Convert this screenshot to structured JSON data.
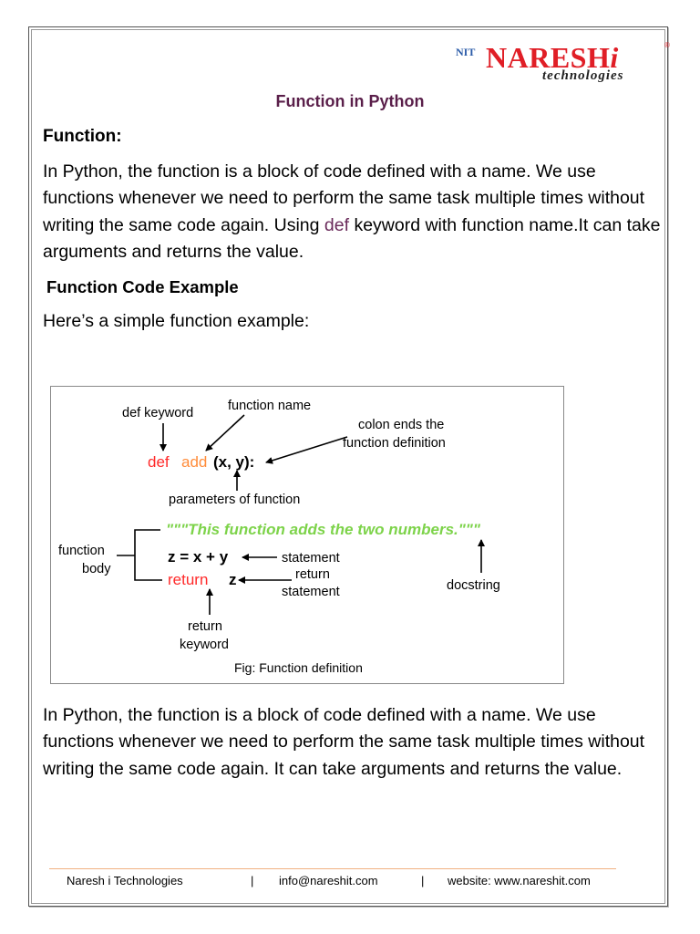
{
  "logo": {
    "mark": "NIT",
    "brand": "NARESH",
    "brand_i": "i",
    "reg": "®",
    "tagline": "technologies"
  },
  "title": "Function in Python",
  "heading_function": "Function:",
  "para1": {
    "before": "In Python, the function is a block of code defined with a name. We use functions whenever we need to perform the same task multiple times without writing the same code again. Using ",
    "keyword": "def",
    "after": " keyword with function name.It can take arguments and returns the value."
  },
  "heading_example": "Function Code Example",
  "intro": "Here’s a simple function example:",
  "figure": {
    "label_def_keyword": "def keyword",
    "label_function_name": "function name",
    "label_colon_1": "colon ends the",
    "label_colon_2": "function definition",
    "code_def": "def",
    "code_add": "add",
    "code_params": "(x, y):",
    "label_parameters": "parameters of function",
    "docstring_code": "\"\"\"This function adds the two numbers.\"\"\"",
    "label_body_1": "function",
    "label_body_2": "body",
    "code_stmt": "z = x + y",
    "label_statement": "statement",
    "label_return_stmt_1": "return",
    "label_return_stmt_2": "statement",
    "code_return": "return",
    "code_return_var": "z",
    "label_docstring": "docstring",
    "label_return_kw_1": "return",
    "label_return_kw_2": "keyword",
    "caption": "Fig: Function definition"
  },
  "para2": "In Python, the function is a block of code defined with a name. We use functions whenever we need to perform the same task multiple times without writing the same code again. It can take arguments and returns the value.",
  "footer": {
    "company": "Naresh i Technologies",
    "sep": "|",
    "email": "info@nareshit.com",
    "website": "website: www.nareshit.com"
  },
  "colors": {
    "title": "#5a1f4a",
    "brand_red": "#e01e26",
    "code_red": "#ff2a2a",
    "code_orange": "#ff8c3a",
    "docstring_green": "#7dd34a"
  }
}
